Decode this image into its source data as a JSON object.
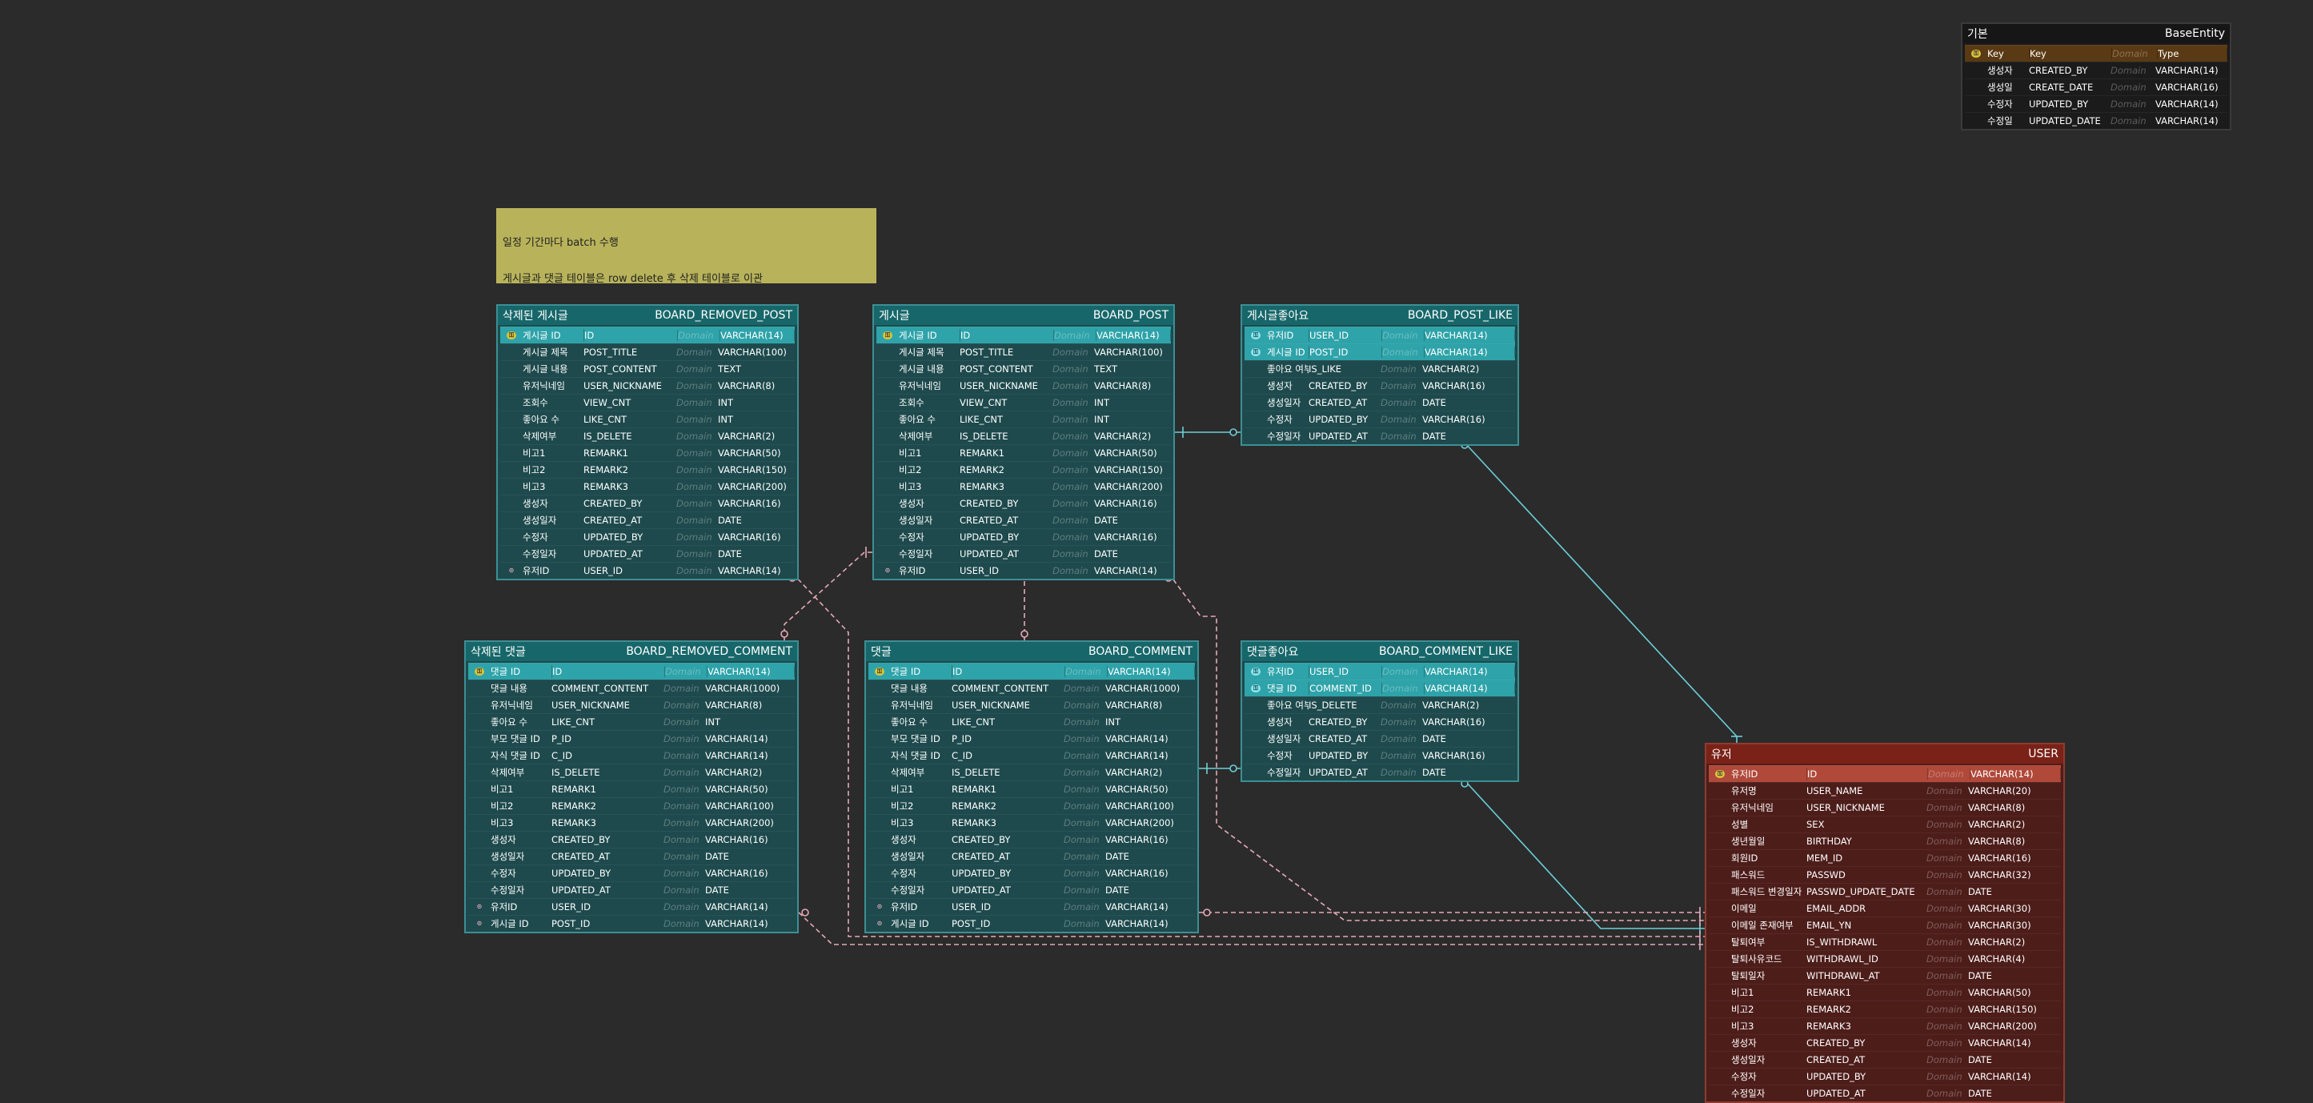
{
  "note": {
    "line1": "일정 기간마다 batch 수행",
    "line2": "게시글과 댓글 테이블은 row delete 후 삭제 테이블로 이관"
  },
  "tables": [
    {
      "id": "base",
      "logical": "기본",
      "physical": "BaseEntity",
      "theme": "dark",
      "columns": [
        {
          "key": "pk",
          "logical": "Key",
          "physical": "Key",
          "domain": "Domain",
          "type": "Type"
        },
        {
          "key": "",
          "logical": "생성자",
          "physical": "CREATED_BY",
          "domain": "Domain",
          "type": "VARCHAR(14)"
        },
        {
          "key": "",
          "logical": "생성일",
          "physical": "CREATE_DATE",
          "domain": "Domain",
          "type": "VARCHAR(16)"
        },
        {
          "key": "",
          "logical": "수정자",
          "physical": "UPDATED_BY",
          "domain": "Domain",
          "type": "VARCHAR(14)"
        },
        {
          "key": "",
          "logical": "수정일",
          "physical": "UPDATED_DATE",
          "domain": "Domain",
          "type": "VARCHAR(14)"
        }
      ]
    },
    {
      "id": "removed_post",
      "logical": "삭제된 게시글",
      "physical": "BOARD_REMOVED_POST",
      "theme": "teal",
      "columns": [
        {
          "key": "pk",
          "logical": "게시글 ID",
          "physical": "ID",
          "domain": "Domain",
          "type": "VARCHAR(14)"
        },
        {
          "key": "",
          "logical": "게시글 제목",
          "physical": "POST_TITLE",
          "domain": "Domain",
          "type": "VARCHAR(100)"
        },
        {
          "key": "",
          "logical": "게시글 내용",
          "physical": "POST_CONTENT",
          "domain": "Domain",
          "type": "TEXT"
        },
        {
          "key": "",
          "logical": "유저닉네임",
          "physical": "USER_NICKNAME",
          "domain": "Domain",
          "type": "VARCHAR(8)"
        },
        {
          "key": "",
          "logical": "조회수",
          "physical": "VIEW_CNT",
          "domain": "Domain",
          "type": "INT"
        },
        {
          "key": "",
          "logical": "좋아요 수",
          "physical": "LIKE_CNT",
          "domain": "Domain",
          "type": "INT"
        },
        {
          "key": "",
          "logical": "삭제여부",
          "physical": "IS_DELETE",
          "domain": "Domain",
          "type": "VARCHAR(2)"
        },
        {
          "key": "",
          "logical": "비고1",
          "physical": "REMARK1",
          "domain": "Domain",
          "type": "VARCHAR(50)"
        },
        {
          "key": "",
          "logical": "비고2",
          "physical": "REMARK2",
          "domain": "Domain",
          "type": "VARCHAR(150)"
        },
        {
          "key": "",
          "logical": "비고3",
          "physical": "REMARK3",
          "domain": "Domain",
          "type": "VARCHAR(200)"
        },
        {
          "key": "",
          "logical": "생성자",
          "physical": "CREATED_BY",
          "domain": "Domain",
          "type": "VARCHAR(16)"
        },
        {
          "key": "",
          "logical": "생성일자",
          "physical": "CREATED_AT",
          "domain": "Domain",
          "type": "DATE"
        },
        {
          "key": "",
          "logical": "수정자",
          "physical": "UPDATED_BY",
          "domain": "Domain",
          "type": "VARCHAR(16)"
        },
        {
          "key": "",
          "logical": "수정일자",
          "physical": "UPDATED_AT",
          "domain": "Domain",
          "type": "DATE"
        },
        {
          "key": "fk",
          "logical": "유저ID",
          "physical": "USER_ID",
          "domain": "Domain",
          "type": "VARCHAR(14)"
        }
      ]
    },
    {
      "id": "post",
      "logical": "게시글",
      "physical": "BOARD_POST",
      "theme": "teal",
      "columns": [
        {
          "key": "pk",
          "logical": "게시글 ID",
          "physical": "ID",
          "domain": "Domain",
          "type": "VARCHAR(14)"
        },
        {
          "key": "",
          "logical": "게시글 제목",
          "physical": "POST_TITLE",
          "domain": "Domain",
          "type": "VARCHAR(100)"
        },
        {
          "key": "",
          "logical": "게시글 내용",
          "physical": "POST_CONTENT",
          "domain": "Domain",
          "type": "TEXT"
        },
        {
          "key": "",
          "logical": "유저닉네임",
          "physical": "USER_NICKNAME",
          "domain": "Domain",
          "type": "VARCHAR(8)"
        },
        {
          "key": "",
          "logical": "조회수",
          "physical": "VIEW_CNT",
          "domain": "Domain",
          "type": "INT"
        },
        {
          "key": "",
          "logical": "좋아요 수",
          "physical": "LIKE_CNT",
          "domain": "Domain",
          "type": "INT"
        },
        {
          "key": "",
          "logical": "삭제여부",
          "physical": "IS_DELETE",
          "domain": "Domain",
          "type": "VARCHAR(2)"
        },
        {
          "key": "",
          "logical": "비고1",
          "physical": "REMARK1",
          "domain": "Domain",
          "type": "VARCHAR(50)"
        },
        {
          "key": "",
          "logical": "비고2",
          "physical": "REMARK2",
          "domain": "Domain",
          "type": "VARCHAR(150)"
        },
        {
          "key": "",
          "logical": "비고3",
          "physical": "REMARK3",
          "domain": "Domain",
          "type": "VARCHAR(200)"
        },
        {
          "key": "",
          "logical": "생성자",
          "physical": "CREATED_BY",
          "domain": "Domain",
          "type": "VARCHAR(16)"
        },
        {
          "key": "",
          "logical": "생성일자",
          "physical": "CREATED_AT",
          "domain": "Domain",
          "type": "DATE"
        },
        {
          "key": "",
          "logical": "수정자",
          "physical": "UPDATED_BY",
          "domain": "Domain",
          "type": "VARCHAR(16)"
        },
        {
          "key": "",
          "logical": "수정일자",
          "physical": "UPDATED_AT",
          "domain": "Domain",
          "type": "DATE"
        },
        {
          "key": "fk",
          "logical": "유저ID",
          "physical": "USER_ID",
          "domain": "Domain",
          "type": "VARCHAR(14)"
        }
      ]
    },
    {
      "id": "post_like",
      "logical": "게시글좋아요",
      "physical": "BOARD_POST_LIKE",
      "theme": "teal",
      "columns": [
        {
          "key": "pfk",
          "logical": "유저ID",
          "physical": "USER_ID",
          "domain": "Domain",
          "type": "VARCHAR(14)"
        },
        {
          "key": "pfk",
          "logical": "게시글 ID",
          "physical": "POST_ID",
          "domain": "Domain",
          "type": "VARCHAR(14)"
        },
        {
          "key": "",
          "logical": "좋아요 여부",
          "physical": "IS_LIKE",
          "domain": "Domain",
          "type": "VARCHAR(2)"
        },
        {
          "key": "",
          "logical": "생성자",
          "physical": "CREATED_BY",
          "domain": "Domain",
          "type": "VARCHAR(16)"
        },
        {
          "key": "",
          "logical": "생성일자",
          "physical": "CREATED_AT",
          "domain": "Domain",
          "type": "DATE"
        },
        {
          "key": "",
          "logical": "수정자",
          "physical": "UPDATED_BY",
          "domain": "Domain",
          "type": "VARCHAR(16)"
        },
        {
          "key": "",
          "logical": "수정일자",
          "physical": "UPDATED_AT",
          "domain": "Domain",
          "type": "DATE"
        }
      ]
    },
    {
      "id": "removed_comment",
      "logical": "삭제된 댓글",
      "physical": "BOARD_REMOVED_COMMENT",
      "theme": "teal",
      "columns": [
        {
          "key": "pk",
          "logical": "댓글 ID",
          "physical": "ID",
          "domain": "Domain",
          "type": "VARCHAR(14)"
        },
        {
          "key": "",
          "logical": "댓글 내용",
          "physical": "COMMENT_CONTENT",
          "domain": "Domain",
          "type": "VARCHAR(1000)"
        },
        {
          "key": "",
          "logical": "유저닉네임",
          "physical": "USER_NICKNAME",
          "domain": "Domain",
          "type": "VARCHAR(8)"
        },
        {
          "key": "",
          "logical": "좋아요 수",
          "physical": "LIKE_CNT",
          "domain": "Domain",
          "type": "INT"
        },
        {
          "key": "",
          "logical": "부모 댓글 ID",
          "physical": "P_ID",
          "domain": "Domain",
          "type": "VARCHAR(14)"
        },
        {
          "key": "",
          "logical": "자식 댓글 ID",
          "physical": "C_ID",
          "domain": "Domain",
          "type": "VARCHAR(14)"
        },
        {
          "key": "",
          "logical": "삭제여부",
          "physical": "IS_DELETE",
          "domain": "Domain",
          "type": "VARCHAR(2)"
        },
        {
          "key": "",
          "logical": "비고1",
          "physical": "REMARK1",
          "domain": "Domain",
          "type": "VARCHAR(50)"
        },
        {
          "key": "",
          "logical": "비고2",
          "physical": "REMARK2",
          "domain": "Domain",
          "type": "VARCHAR(100)"
        },
        {
          "key": "",
          "logical": "비고3",
          "physical": "REMARK3",
          "domain": "Domain",
          "type": "VARCHAR(200)"
        },
        {
          "key": "",
          "logical": "생성자",
          "physical": "CREATED_BY",
          "domain": "Domain",
          "type": "VARCHAR(16)"
        },
        {
          "key": "",
          "logical": "생성일자",
          "physical": "CREATED_AT",
          "domain": "Domain",
          "type": "DATE"
        },
        {
          "key": "",
          "logical": "수정자",
          "physical": "UPDATED_BY",
          "domain": "Domain",
          "type": "VARCHAR(16)"
        },
        {
          "key": "",
          "logical": "수정일자",
          "physical": "UPDATED_AT",
          "domain": "Domain",
          "type": "DATE"
        },
        {
          "key": "fk",
          "logical": "유저ID",
          "physical": "USER_ID",
          "domain": "Domain",
          "type": "VARCHAR(14)"
        },
        {
          "key": "fk",
          "logical": "게시글 ID",
          "physical": "POST_ID",
          "domain": "Domain",
          "type": "VARCHAR(14)"
        }
      ]
    },
    {
      "id": "comment",
      "logical": "댓글",
      "physical": "BOARD_COMMENT",
      "theme": "teal",
      "columns": [
        {
          "key": "pk",
          "logical": "댓글 ID",
          "physical": "ID",
          "domain": "Domain",
          "type": "VARCHAR(14)"
        },
        {
          "key": "",
          "logical": "댓글 내용",
          "physical": "COMMENT_CONTENT",
          "domain": "Domain",
          "type": "VARCHAR(1000)"
        },
        {
          "key": "",
          "logical": "유저닉네임",
          "physical": "USER_NICKNAME",
          "domain": "Domain",
          "type": "VARCHAR(8)"
        },
        {
          "key": "",
          "logical": "좋아요 수",
          "physical": "LIKE_CNT",
          "domain": "Domain",
          "type": "INT"
        },
        {
          "key": "",
          "logical": "부모 댓글 ID",
          "physical": "P_ID",
          "domain": "Domain",
          "type": "VARCHAR(14)"
        },
        {
          "key": "",
          "logical": "자식 댓글 ID",
          "physical": "C_ID",
          "domain": "Domain",
          "type": "VARCHAR(14)"
        },
        {
          "key": "",
          "logical": "삭제여부",
          "physical": "IS_DELETE",
          "domain": "Domain",
          "type": "VARCHAR(2)"
        },
        {
          "key": "",
          "logical": "비고1",
          "physical": "REMARK1",
          "domain": "Domain",
          "type": "VARCHAR(50)"
        },
        {
          "key": "",
          "logical": "비고2",
          "physical": "REMARK2",
          "domain": "Domain",
          "type": "VARCHAR(100)"
        },
        {
          "key": "",
          "logical": "비고3",
          "physical": "REMARK3",
          "domain": "Domain",
          "type": "VARCHAR(200)"
        },
        {
          "key": "",
          "logical": "생성자",
          "physical": "CREATED_BY",
          "domain": "Domain",
          "type": "VARCHAR(16)"
        },
        {
          "key": "",
          "logical": "생성일자",
          "physical": "CREATED_AT",
          "domain": "Domain",
          "type": "DATE"
        },
        {
          "key": "",
          "logical": "수정자",
          "physical": "UPDATED_BY",
          "domain": "Domain",
          "type": "VARCHAR(16)"
        },
        {
          "key": "",
          "logical": "수정일자",
          "physical": "UPDATED_AT",
          "domain": "Domain",
          "type": "DATE"
        },
        {
          "key": "fk",
          "logical": "유저ID",
          "physical": "USER_ID",
          "domain": "Domain",
          "type": "VARCHAR(14)"
        },
        {
          "key": "fk",
          "logical": "게시글 ID",
          "physical": "POST_ID",
          "domain": "Domain",
          "type": "VARCHAR(14)"
        }
      ]
    },
    {
      "id": "comment_like",
      "logical": "댓글좋아요",
      "physical": "BOARD_COMMENT_LIKE",
      "theme": "teal",
      "columns": [
        {
          "key": "pfk",
          "logical": "유저ID",
          "physical": "USER_ID",
          "domain": "Domain",
          "type": "VARCHAR(14)"
        },
        {
          "key": "pfk",
          "logical": "댓글 ID",
          "physical": "COMMENT_ID",
          "domain": "Domain",
          "type": "VARCHAR(14)"
        },
        {
          "key": "",
          "logical": "좋아요 여부",
          "physical": "IS_DELETE",
          "domain": "Domain",
          "type": "VARCHAR(2)"
        },
        {
          "key": "",
          "logical": "생성자",
          "physical": "CREATED_BY",
          "domain": "Domain",
          "type": "VARCHAR(16)"
        },
        {
          "key": "",
          "logical": "생성일자",
          "physical": "CREATED_AT",
          "domain": "Domain",
          "type": "DATE"
        },
        {
          "key": "",
          "logical": "수정자",
          "physical": "UPDATED_BY",
          "domain": "Domain",
          "type": "VARCHAR(16)"
        },
        {
          "key": "",
          "logical": "수정일자",
          "physical": "UPDATED_AT",
          "domain": "Domain",
          "type": "DATE"
        }
      ]
    },
    {
      "id": "user",
      "logical": "유저",
      "physical": "USER",
      "theme": "red",
      "columns": [
        {
          "key": "pk",
          "logical": "유저ID",
          "physical": "ID",
          "domain": "Domain",
          "type": "VARCHAR(14)"
        },
        {
          "key": "",
          "logical": "유저명",
          "physical": "USER_NAME",
          "domain": "Domain",
          "type": "VARCHAR(20)"
        },
        {
          "key": "",
          "logical": "유저닉네임",
          "physical": "USER_NICKNAME",
          "domain": "Domain",
          "type": "VARCHAR(8)"
        },
        {
          "key": "",
          "logical": "성별",
          "physical": "SEX",
          "domain": "Domain",
          "type": "VARCHAR(2)"
        },
        {
          "key": "",
          "logical": "생년월일",
          "physical": "BIRTHDAY",
          "domain": "Domain",
          "type": "VARCHAR(8)"
        },
        {
          "key": "",
          "logical": "회원ID",
          "physical": "MEM_ID",
          "domain": "Domain",
          "type": "VARCHAR(16)"
        },
        {
          "key": "",
          "logical": "패스워드",
          "physical": "PASSWD",
          "domain": "Domain",
          "type": "VARCHAR(32)"
        },
        {
          "key": "",
          "logical": "패스워드 변경일자",
          "physical": "PASSWD_UPDATE_DATE",
          "domain": "Domain",
          "type": "DATE"
        },
        {
          "key": "",
          "logical": "이메일",
          "physical": "EMAIL_ADDR",
          "domain": "Domain",
          "type": "VARCHAR(30)"
        },
        {
          "key": "",
          "logical": "이메일 존재여부",
          "physical": "EMAIL_YN",
          "domain": "Domain",
          "type": "VARCHAR(30)"
        },
        {
          "key": "",
          "logical": "탈퇴여부",
          "physical": "IS_WITHDRAWL",
          "domain": "Domain",
          "type": "VARCHAR(2)"
        },
        {
          "key": "",
          "logical": "탈퇴사유코드",
          "physical": "WITHDRAWL_ID",
          "domain": "Domain",
          "type": "VARCHAR(4)"
        },
        {
          "key": "",
          "logical": "탈퇴일자",
          "physical": "WITHDRAWL_AT",
          "domain": "Domain",
          "type": "DATE"
        },
        {
          "key": "",
          "logical": "비고1",
          "physical": "REMARK1",
          "domain": "Domain",
          "type": "VARCHAR(50)"
        },
        {
          "key": "",
          "logical": "비고2",
          "physical": "REMARK2",
          "domain": "Domain",
          "type": "VARCHAR(150)"
        },
        {
          "key": "",
          "logical": "비고3",
          "physical": "REMARK3",
          "domain": "Domain",
          "type": "VARCHAR(200)"
        },
        {
          "key": "",
          "logical": "생성자",
          "physical": "CREATED_BY",
          "domain": "Domain",
          "type": "VARCHAR(14)"
        },
        {
          "key": "",
          "logical": "생성일자",
          "physical": "CREATED_AT",
          "domain": "Domain",
          "type": "DATE"
        },
        {
          "key": "",
          "logical": "수정자",
          "physical": "UPDATED_BY",
          "domain": "Domain",
          "type": "VARCHAR(14)"
        },
        {
          "key": "",
          "logical": "수정일자",
          "physical": "UPDATED_AT",
          "domain": "Domain",
          "type": "DATE"
        }
      ]
    }
  ],
  "colors": {
    "background": "#2b2b2b",
    "teal_header": "#17676a",
    "teal_body": "#1e4a4d",
    "teal_pk_row": "#2ea3a9",
    "red_header": "#7a2218",
    "red_body": "#4d1d1a",
    "red_pk_row": "#b0493a",
    "dark_body": "#1b1b1b",
    "identifying_relation": "#6ccfd8",
    "non_identifying_relation": "#e6aab8",
    "note": "#b8b35a"
  }
}
